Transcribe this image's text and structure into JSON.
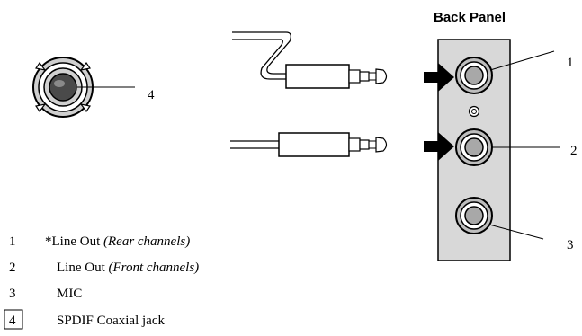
{
  "panel_title": "Back  Panel",
  "callouts": {
    "jack_1": "1",
    "jack_2": "2",
    "jack_3": "3",
    "coax": "4"
  },
  "legend": [
    {
      "number": "1",
      "text": "*Line Out ",
      "detail": "(Rear channels)",
      "boxed": false
    },
    {
      "number": "2",
      "text": "Line Out ",
      "detail": "(Front channels)",
      "boxed": false
    },
    {
      "number": "3",
      "text": "MIC",
      "detail": "",
      "boxed": false
    },
    {
      "number": "4",
      "text": "SPDIF Coaxial jack",
      "detail": "",
      "boxed": true
    }
  ]
}
